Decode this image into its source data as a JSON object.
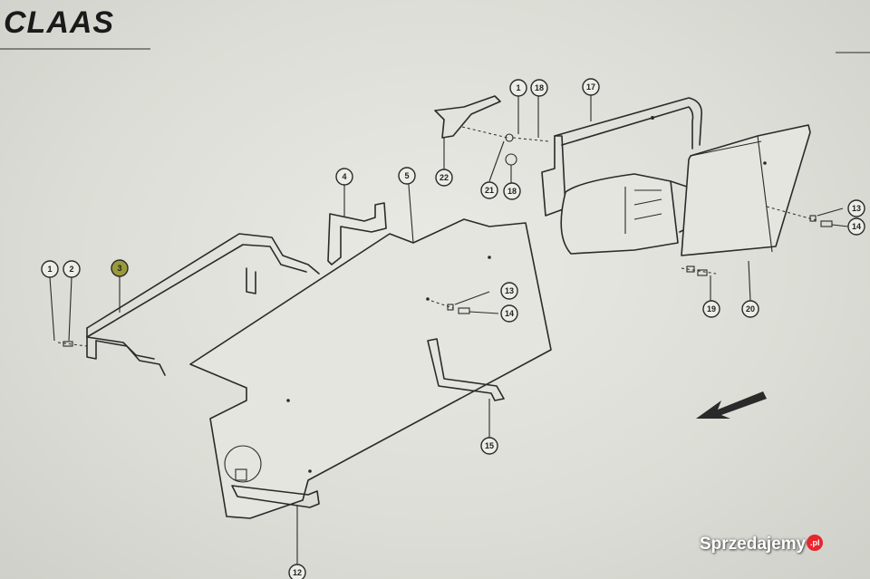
{
  "brand": {
    "logo_text": "CLAAS"
  },
  "watermark": {
    "text": "Sprzedajemy",
    "suffix": ".pl"
  },
  "colors": {
    "paper": "#e4e5df",
    "ink": "#2a2a2a",
    "watermark_badge": "#e8262e",
    "highlight": "#8a8a2a"
  },
  "callouts": [
    {
      "id": "c1a",
      "label": "1"
    },
    {
      "id": "c2",
      "label": "2"
    },
    {
      "id": "c3",
      "label": "3"
    },
    {
      "id": "c4",
      "label": "4"
    },
    {
      "id": "c5",
      "label": "5"
    },
    {
      "id": "c1b",
      "label": "1"
    },
    {
      "id": "c18a",
      "label": "18"
    },
    {
      "id": "c17",
      "label": "17"
    },
    {
      "id": "c22",
      "label": "22"
    },
    {
      "id": "c21",
      "label": "21"
    },
    {
      "id": "c18b",
      "label": "18"
    },
    {
      "id": "c13a",
      "label": "13"
    },
    {
      "id": "c14a",
      "label": "14"
    },
    {
      "id": "c13b",
      "label": "13"
    },
    {
      "id": "c14b",
      "label": "14"
    },
    {
      "id": "c19",
      "label": "19"
    },
    {
      "id": "c20",
      "label": "20"
    },
    {
      "id": "c15",
      "label": "15"
    },
    {
      "id": "c12",
      "label": "12"
    }
  ]
}
